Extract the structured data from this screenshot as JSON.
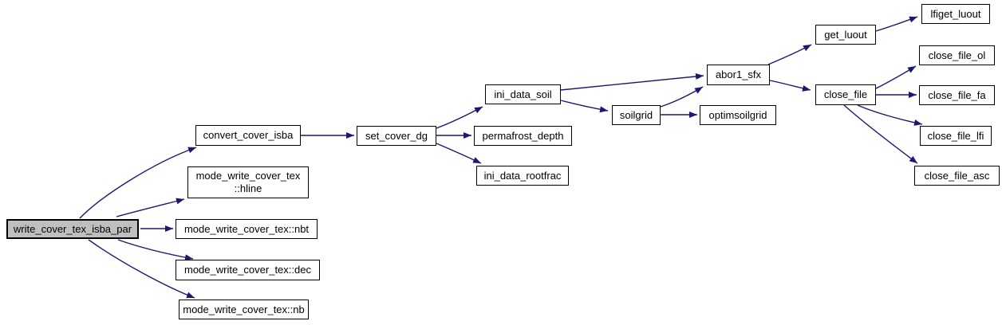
{
  "diagram": {
    "type": "call-graph",
    "background_color": "#ffffff",
    "edge_color": "#191970",
    "node_border_color": "#000000",
    "highlight_fill_color": "#bfbfbf",
    "nodes": [
      {
        "id": "write_cover_tex_isba_par",
        "label": "write_cover_tex_isba_par",
        "highlighted": true
      },
      {
        "id": "convert_cover_isba",
        "label": "convert_cover_isba",
        "highlighted": false
      },
      {
        "id": "mode_write_cover_tex_hline",
        "label": "mode_write_cover_tex\n::hline",
        "highlighted": false
      },
      {
        "id": "mode_write_cover_tex_nbt",
        "label": "mode_write_cover_tex::nbt",
        "highlighted": false
      },
      {
        "id": "mode_write_cover_tex_dec",
        "label": "mode_write_cover_tex::dec",
        "highlighted": false
      },
      {
        "id": "mode_write_cover_tex_nb",
        "label": "mode_write_cover_tex::nb",
        "highlighted": false
      },
      {
        "id": "set_cover_dg",
        "label": "set_cover_dg",
        "highlighted": false
      },
      {
        "id": "ini_data_soil",
        "label": "ini_data_soil",
        "highlighted": false
      },
      {
        "id": "permafrost_depth",
        "label": "permafrost_depth",
        "highlighted": false
      },
      {
        "id": "ini_data_rootfrac",
        "label": "ini_data_rootfrac",
        "highlighted": false
      },
      {
        "id": "soilgrid",
        "label": "soilgrid",
        "highlighted": false
      },
      {
        "id": "optimsoilgrid",
        "label": "optimsoilgrid",
        "highlighted": false
      },
      {
        "id": "abor1_sfx",
        "label": "abor1_sfx",
        "highlighted": false
      },
      {
        "id": "get_luout",
        "label": "get_luout",
        "highlighted": false
      },
      {
        "id": "close_file",
        "label": "close_file",
        "highlighted": false
      },
      {
        "id": "lfiget_luout",
        "label": "lfiget_luout",
        "highlighted": false
      },
      {
        "id": "close_file_ol",
        "label": "close_file_ol",
        "highlighted": false
      },
      {
        "id": "close_file_fa",
        "label": "close_file_fa",
        "highlighted": false
      },
      {
        "id": "close_file_lfi",
        "label": "close_file_lfi",
        "highlighted": false
      },
      {
        "id": "close_file_asc",
        "label": "close_file_asc",
        "highlighted": false
      }
    ],
    "edges": [
      {
        "from": "write_cover_tex_isba_par",
        "to": "convert_cover_isba"
      },
      {
        "from": "write_cover_tex_isba_par",
        "to": "mode_write_cover_tex_hline"
      },
      {
        "from": "write_cover_tex_isba_par",
        "to": "mode_write_cover_tex_nbt"
      },
      {
        "from": "write_cover_tex_isba_par",
        "to": "mode_write_cover_tex_dec"
      },
      {
        "from": "write_cover_tex_isba_par",
        "to": "mode_write_cover_tex_nb"
      },
      {
        "from": "convert_cover_isba",
        "to": "set_cover_dg"
      },
      {
        "from": "set_cover_dg",
        "to": "ini_data_soil"
      },
      {
        "from": "set_cover_dg",
        "to": "permafrost_depth"
      },
      {
        "from": "set_cover_dg",
        "to": "ini_data_rootfrac"
      },
      {
        "from": "ini_data_soil",
        "to": "abor1_sfx"
      },
      {
        "from": "ini_data_soil",
        "to": "soilgrid"
      },
      {
        "from": "soilgrid",
        "to": "abor1_sfx"
      },
      {
        "from": "soilgrid",
        "to": "optimsoilgrid"
      },
      {
        "from": "abor1_sfx",
        "to": "get_luout"
      },
      {
        "from": "abor1_sfx",
        "to": "close_file"
      },
      {
        "from": "get_luout",
        "to": "lfiget_luout"
      },
      {
        "from": "close_file",
        "to": "close_file_ol"
      },
      {
        "from": "close_file",
        "to": "close_file_fa"
      },
      {
        "from": "close_file",
        "to": "close_file_lfi"
      },
      {
        "from": "close_file",
        "to": "close_file_asc"
      }
    ]
  }
}
